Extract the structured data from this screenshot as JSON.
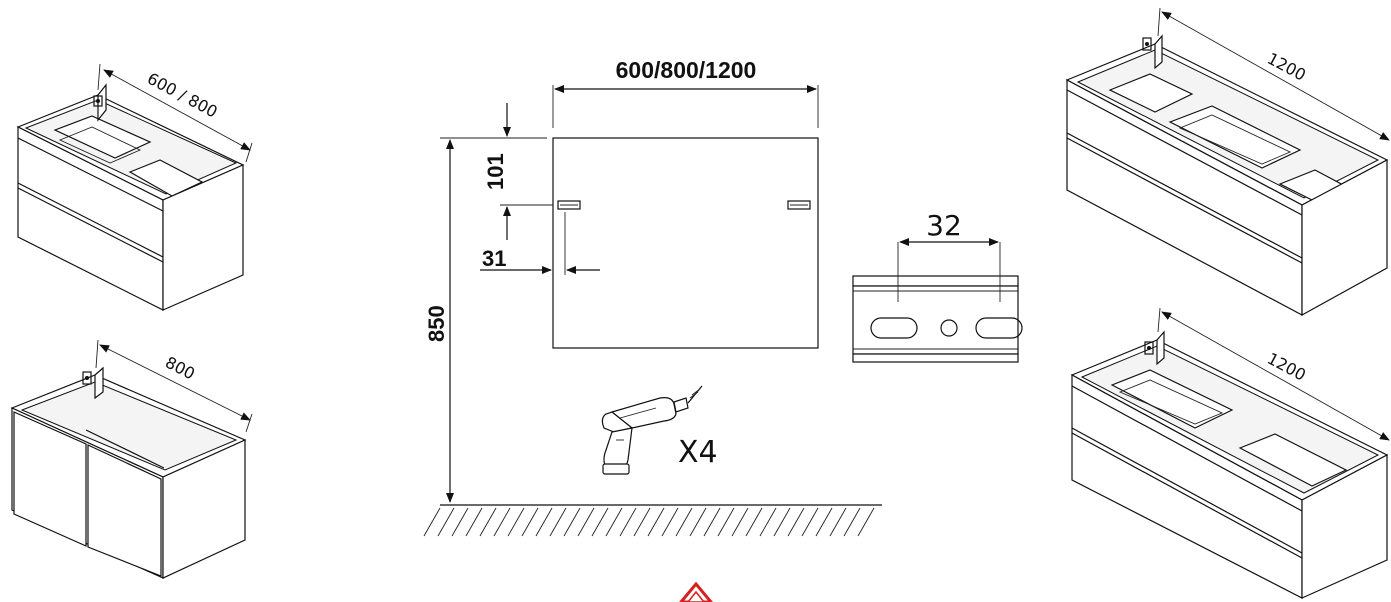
{
  "cabinets": {
    "top_left_width": "600 / 800",
    "bottom_left_width": "800",
    "top_right_width": "1200",
    "bottom_right_width": "1200"
  },
  "mirror": {
    "width_label": "600/800/1200",
    "bracket_top_offset": "101",
    "bracket_side_offset": "31",
    "mount_height": "850"
  },
  "bracket": {
    "hole_spacing": "32"
  },
  "drill": {
    "quantity": "X4"
  },
  "colors": {
    "line": "#111111",
    "warning": "#d62020"
  }
}
